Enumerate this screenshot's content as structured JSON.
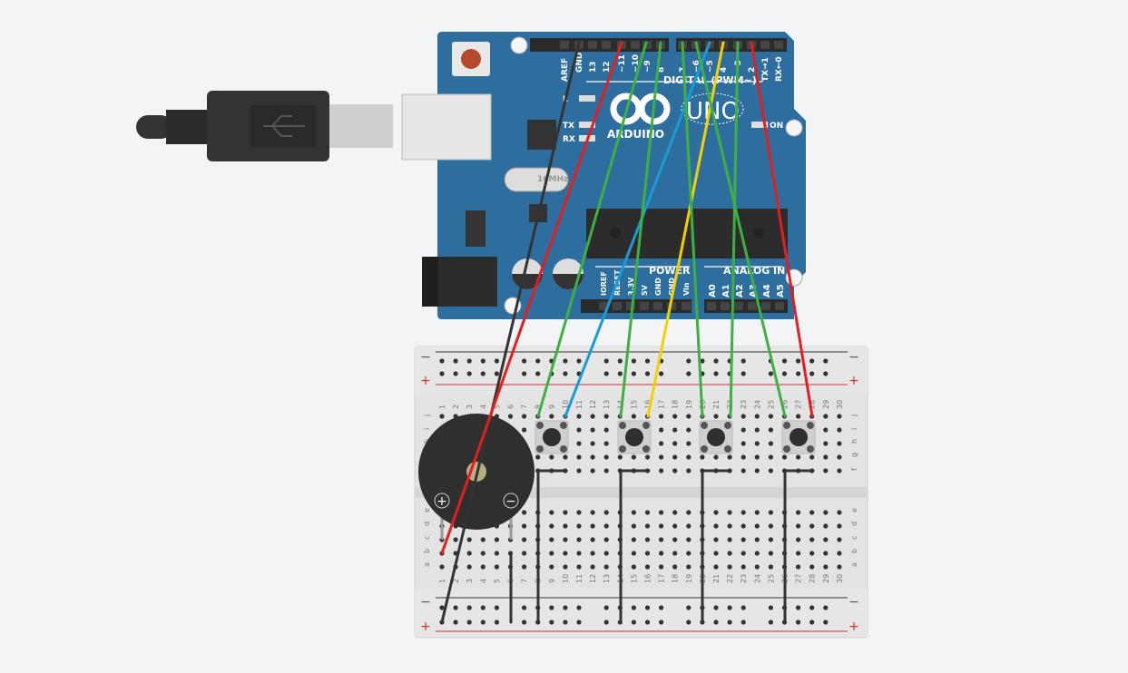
{
  "arduino": {
    "brand": "ARDUINO",
    "model": "UNO",
    "digital_label": "DIGITAL (PWM~)",
    "power_label": "POWER",
    "analog_label": "ANALOG IN",
    "digital_pins": [
      "AREF",
      "GND",
      "13",
      "12",
      "~11",
      "~10",
      "~9",
      "8",
      "7",
      "~6",
      "~5",
      "4",
      "~3",
      "2",
      "TX→1",
      "RX←0"
    ],
    "power_pins": [
      "IOREF",
      "RESET",
      "3.3V",
      "5V",
      "GND",
      "GND",
      "Vin"
    ],
    "analog_pins": [
      "A0",
      "A1",
      "A2",
      "A3",
      "A4",
      "A5"
    ],
    "leds": [
      "L",
      "TX",
      "RX",
      "ON"
    ],
    "crystal": "16MHz"
  },
  "breadboard": {
    "rows_top": [
      "j",
      "i",
      "h",
      "g",
      "f"
    ],
    "rows_bottom": [
      "e",
      "d",
      "c",
      "b",
      "a"
    ],
    "rail_minus": "−",
    "rail_plus": "+",
    "columns": 30
  },
  "buzzer": {
    "plus": "+",
    "minus": "−"
  },
  "colors": {
    "background": "#f3f4f6",
    "board": "#2e6e9e",
    "wire_black": "#333333",
    "wire_red": "#e02020",
    "wire_green": "#3cb043",
    "wire_blue": "#1a9ad6",
    "wire_yellow": "#f5d000"
  }
}
